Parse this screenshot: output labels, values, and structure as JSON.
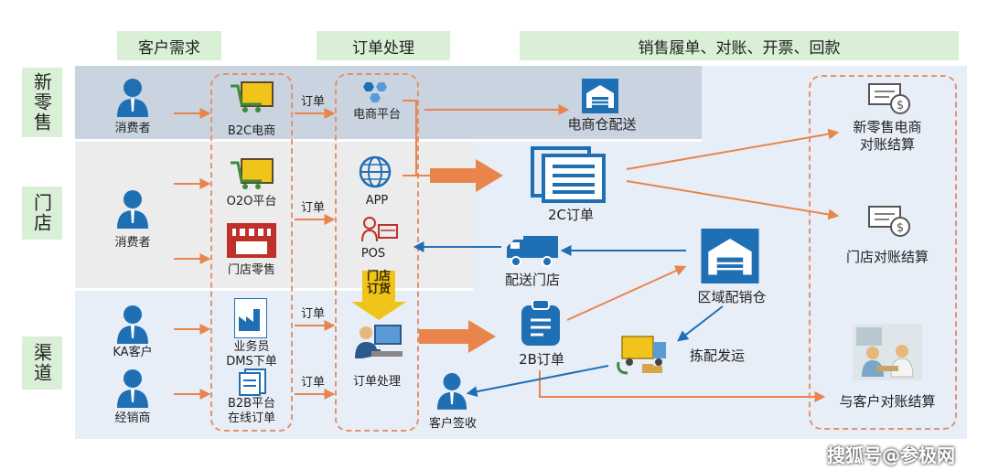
{
  "headers": {
    "demand": "客户需求",
    "order": "订单处理",
    "fulfil": "销售履单、对账、开票、回款"
  },
  "rows": {
    "new_retail": "新零售",
    "store": "门店",
    "channel": "渠道"
  },
  "nodes": {
    "consumer_1": "消费者",
    "consumer_2": "消费者",
    "ka_customer": "KA客户",
    "distributor": "经销商",
    "b2c": "B2C电商",
    "o2o": "O2O平台",
    "store_retail": "门店零售",
    "dms": "业务员\nDMS下单",
    "b2b": "B2B平台\n在线订单",
    "ec_platform": "电商平台",
    "app": "APP",
    "pos": "POS",
    "store_order": "门店\n订货",
    "order_proc": "订单处理",
    "ec_wh": "电商仓配送",
    "order_2c": "2C订单",
    "deliver_store": "配送门店",
    "regional_wh": "区域配销仓",
    "order_2b": "2B订单",
    "pick_ship": "拣配发运",
    "cust_sign": "客户签收",
    "settle_new": "新零售电商\n对账结算",
    "settle_store": "门店对账结算",
    "settle_cust": "与客户对账结算"
  },
  "arrow_labels": {
    "order_1": "订单",
    "order_2": "订单",
    "order_3": "订单",
    "order_4": "订单"
  },
  "watermark": "搜狐号@参极网",
  "colors": {
    "header_bg": "#d9efd6",
    "accent_blue": "#1f6fb5",
    "arrow_orange": "#e9844a",
    "dash_orange": "#e2936b"
  }
}
